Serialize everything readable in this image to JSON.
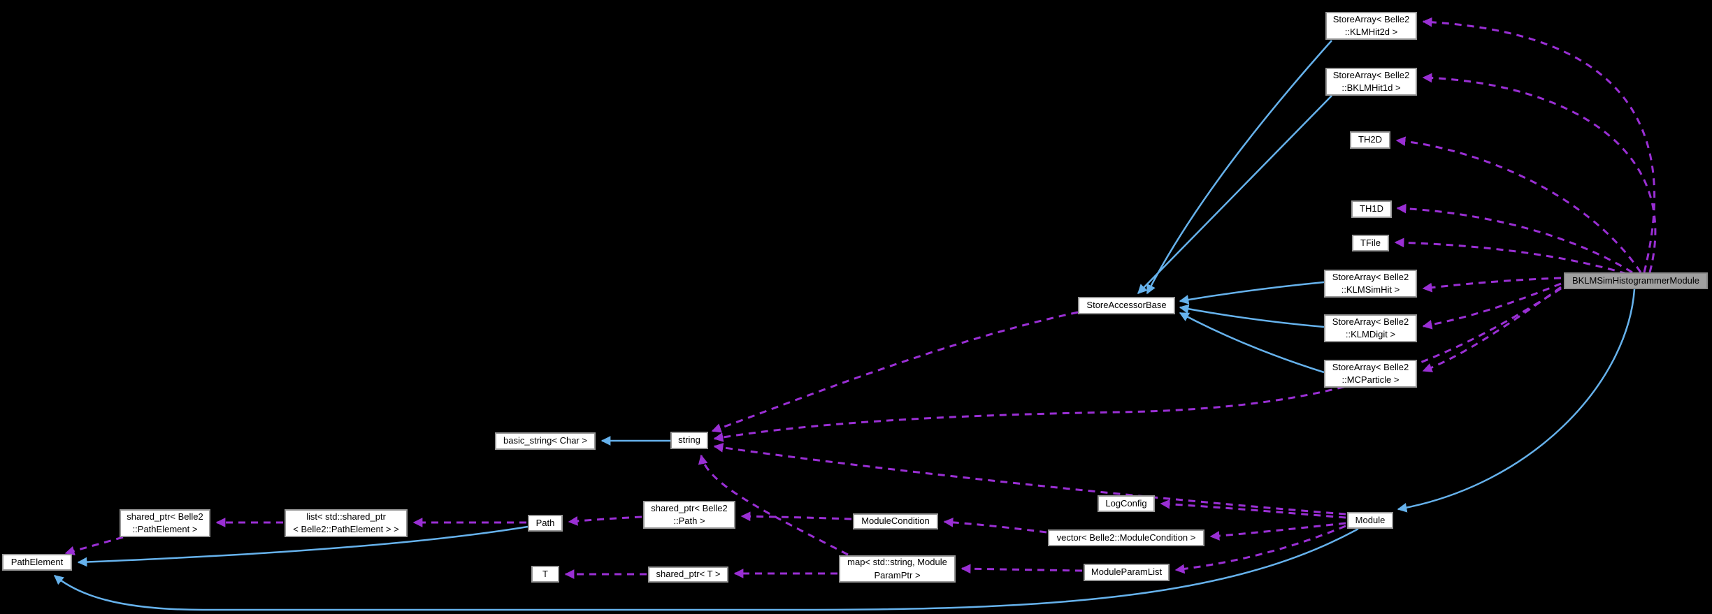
{
  "diagram_type": "doxygen-collaboration-graph",
  "colors": {
    "background": "#000000",
    "inheritance_edge": "#66b2ec",
    "usage_edge": "#9a2fd4",
    "node_fill": "#ffffff",
    "node_border": "#979797",
    "node_text": "#000000",
    "highlight_node_fill": "#a0a0a0"
  },
  "nodes": [
    {
      "id": "klmhit2d",
      "label": "StoreArray< Belle2\n::KLMHit2d >"
    },
    {
      "id": "bklmhit1d",
      "label": "StoreArray< Belle2\n::BKLMHit1d >"
    },
    {
      "id": "th2d",
      "label": "TH2D"
    },
    {
      "id": "th1d",
      "label": "TH1D"
    },
    {
      "id": "tfile",
      "label": "TFile"
    },
    {
      "id": "klmsimhit",
      "label": "StoreArray< Belle2\n::KLMSimHit >"
    },
    {
      "id": "klmdigit",
      "label": "StoreArray< Belle2\n::KLMDigit >"
    },
    {
      "id": "mcparticle",
      "label": "StoreArray< Belle2\n::MCParticle >"
    },
    {
      "id": "storeaccessorbase",
      "label": "StoreAccessorBase"
    },
    {
      "id": "bklmsimhistogrammermodule",
      "label": "BKLMSimHistogrammerModule",
      "highlighted": true
    },
    {
      "id": "basicstring",
      "label": "basic_string< Char >"
    },
    {
      "id": "string",
      "label": "string"
    },
    {
      "id": "sppathelement",
      "label": "shared_ptr< Belle2\n::PathElement >"
    },
    {
      "id": "listsharedptr",
      "label": "list< std::shared_ptr\n< Belle2::PathElement > >"
    },
    {
      "id": "pathelement",
      "label": "PathElement"
    },
    {
      "id": "path",
      "label": "Path"
    },
    {
      "id": "sppath",
      "label": "shared_ptr< Belle2\n::Path >"
    },
    {
      "id": "t",
      "label": "T"
    },
    {
      "id": "spt",
      "label": "shared_ptr< T >"
    },
    {
      "id": "modulecondition",
      "label": "ModuleCondition"
    },
    {
      "id": "map",
      "label": "map< std::string, Module\nParamPtr >"
    },
    {
      "id": "logconfig",
      "label": "LogConfig"
    },
    {
      "id": "vectormodulecondition",
      "label": "vector< Belle2::ModuleCondition >"
    },
    {
      "id": "moduleparamlist",
      "label": "ModuleParamList"
    },
    {
      "id": "module",
      "label": "Module"
    }
  ],
  "edges": [
    {
      "from": "klmhit2d",
      "to": "storeaccessorbase",
      "type": "inheritance"
    },
    {
      "from": "bklmhit1d",
      "to": "storeaccessorbase",
      "type": "inheritance"
    },
    {
      "from": "klmsimhit",
      "to": "storeaccessorbase",
      "type": "inheritance"
    },
    {
      "from": "klmdigit",
      "to": "storeaccessorbase",
      "type": "inheritance"
    },
    {
      "from": "mcparticle",
      "to": "storeaccessorbase",
      "type": "inheritance"
    },
    {
      "from": "string",
      "to": "basicstring",
      "type": "inheritance"
    },
    {
      "from": "bklmsimhistogrammermodule",
      "to": "module",
      "type": "inheritance"
    },
    {
      "from": "module",
      "to": "pathelement",
      "type": "inheritance"
    },
    {
      "from": "path",
      "to": "pathelement",
      "type": "inheritance"
    },
    {
      "from": "bklmsimhistogrammermodule",
      "to": "klmhit2d",
      "type": "usage"
    },
    {
      "from": "bklmsimhistogrammermodule",
      "to": "bklmhit1d",
      "type": "usage"
    },
    {
      "from": "bklmsimhistogrammermodule",
      "to": "th2d",
      "type": "usage"
    },
    {
      "from": "bklmsimhistogrammermodule",
      "to": "th1d",
      "type": "usage"
    },
    {
      "from": "bklmsimhistogrammermodule",
      "to": "tfile",
      "type": "usage"
    },
    {
      "from": "bklmsimhistogrammermodule",
      "to": "klmsimhit",
      "type": "usage"
    },
    {
      "from": "bklmsimhistogrammermodule",
      "to": "klmdigit",
      "type": "usage"
    },
    {
      "from": "bklmsimhistogrammermodule",
      "to": "mcparticle",
      "type": "usage"
    },
    {
      "from": "bklmsimhistogrammermodule",
      "to": "string",
      "type": "usage"
    },
    {
      "from": "storeaccessorbase",
      "to": "string",
      "type": "usage"
    },
    {
      "from": "module",
      "to": "string",
      "type": "usage"
    },
    {
      "from": "module",
      "to": "logconfig",
      "type": "usage"
    },
    {
      "from": "module",
      "to": "vectormodulecondition",
      "type": "usage"
    },
    {
      "from": "module",
      "to": "moduleparamlist",
      "type": "usage"
    },
    {
      "from": "vectormodulecondition",
      "to": "modulecondition",
      "type": "usage"
    },
    {
      "from": "modulecondition",
      "to": "sppath",
      "type": "usage"
    },
    {
      "from": "sppath",
      "to": "path",
      "type": "usage"
    },
    {
      "from": "path",
      "to": "listsharedptr",
      "type": "usage"
    },
    {
      "from": "listsharedptr",
      "to": "sppathelement",
      "type": "usage"
    },
    {
      "from": "sppathelement",
      "to": "pathelement",
      "type": "usage"
    },
    {
      "from": "moduleparamlist",
      "to": "map",
      "type": "usage"
    },
    {
      "from": "map",
      "to": "spt",
      "type": "usage"
    },
    {
      "from": "map",
      "to": "string",
      "type": "usage"
    },
    {
      "from": "spt",
      "to": "t",
      "type": "usage"
    }
  ]
}
